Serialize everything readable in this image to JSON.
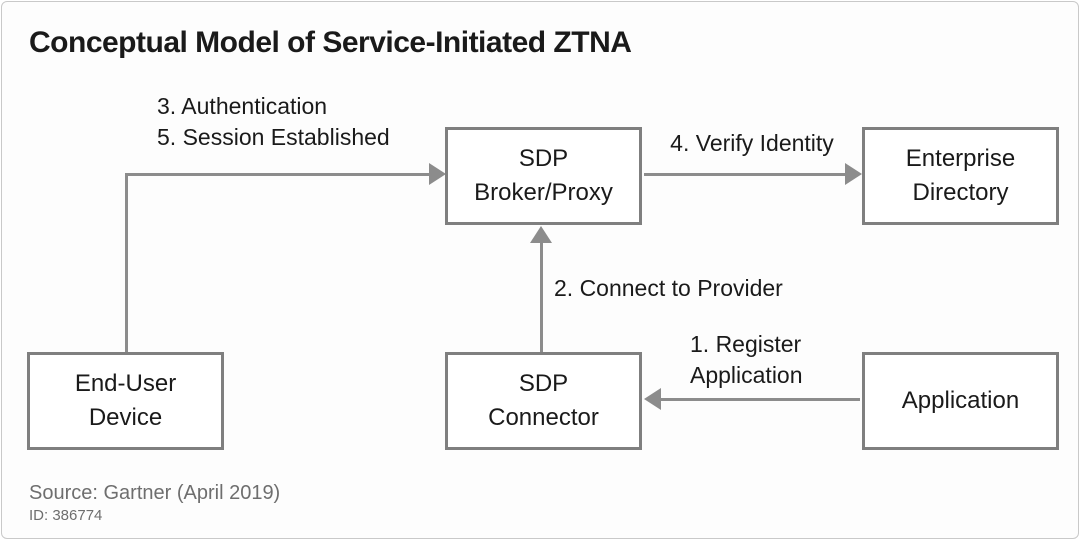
{
  "title": "Conceptual Model of Service-Initiated ZTNA",
  "nodes": {
    "broker": {
      "line1": "SDP",
      "line2": "Broker/Proxy"
    },
    "directory": {
      "line1": "Enterprise",
      "line2": "Directory"
    },
    "end_user": {
      "line1": "End-User",
      "line2": "Device"
    },
    "connector": {
      "line1": "SDP",
      "line2": "Connector"
    },
    "application": {
      "line1": "Application"
    }
  },
  "edges": {
    "auth_session": {
      "line1": "3. Authentication",
      "line2": "5. Session Established"
    },
    "verify_identity": {
      "label": "4. Verify Identity"
    },
    "connect_provider": {
      "label": "2. Connect to Provider"
    },
    "register_application": {
      "line1": "1. Register",
      "line2": "Application"
    }
  },
  "footer": {
    "source": "Source: Gartner (April 2019)",
    "id": "ID: 386774"
  },
  "colors": {
    "text": "#1a1a1a",
    "box_border": "#7f7f7f",
    "line": "#8c8c8c",
    "muted": "#6e6e6e"
  }
}
